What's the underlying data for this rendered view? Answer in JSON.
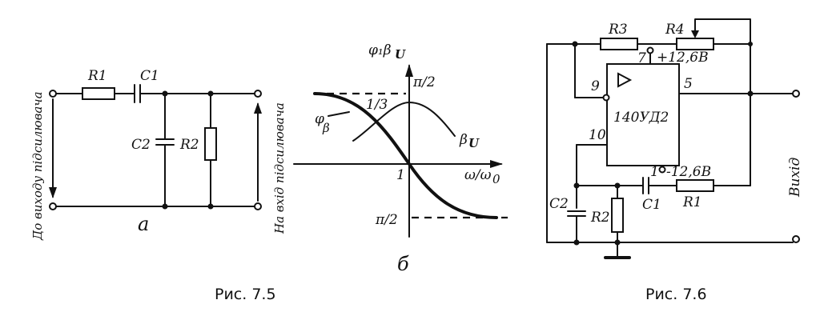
{
  "figures": {
    "fig75": {
      "caption": "Рис. 7.5",
      "circuit": {
        "sublabel": "а",
        "r1": "R1",
        "c1": "C1",
        "c2": "C2",
        "r2": "R2",
        "left_text": "До виходу підсилювача",
        "right_text": "На вхід підсилювача"
      },
      "graph": {
        "sublabel": "б",
        "y_axis_label": "φ₁β",
        "y_axis_sub": "U",
        "pi_half_top": "π/2",
        "pi_half_bottom": "π/2",
        "one_third": "1/3",
        "phi_beta": "φ",
        "phi_beta_sub": "β",
        "beta_u": "β",
        "beta_u_sub": "U",
        "x_axis_label": "ω/ω",
        "x_axis_sub": "0",
        "one": "1"
      }
    },
    "fig76": {
      "caption": "Рис. 7.6",
      "r3": "R3",
      "r4": "R4",
      "pin7": "7",
      "plus_supply": "+12,6В",
      "pin9": "9",
      "pin5": "5",
      "opamp_name": "140УД2",
      "pin10": "10",
      "pin1": "1",
      "minus_supply": "-12,6В",
      "c2": "C2",
      "r2": "R2",
      "c1": "C1",
      "r1": "R1",
      "output_text": "Вихід"
    }
  }
}
